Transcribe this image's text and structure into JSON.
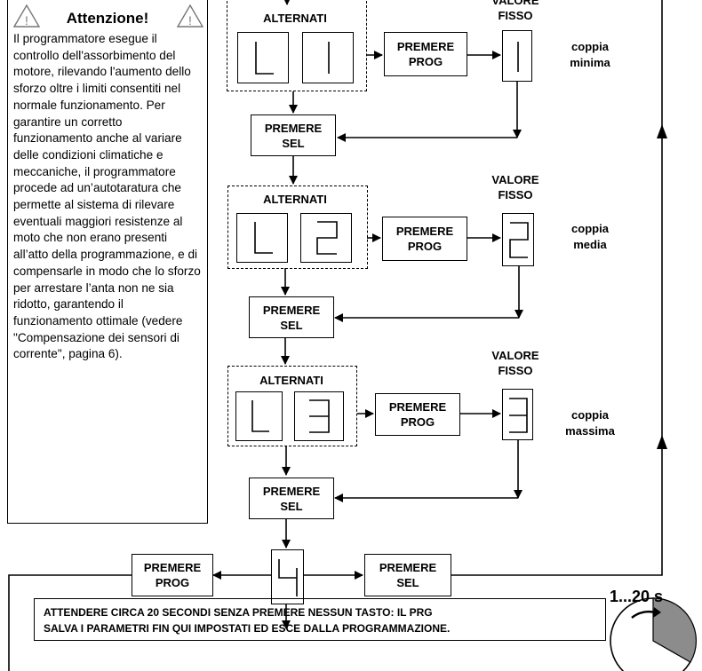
{
  "warning": {
    "title": "Attenzione!",
    "text": "Il programmatore esegue il controllo dell'assorbimento del motore, rilevando l'aumento dello sforzo oltre i limiti consentiti nel normale funzionamento. Per garantire un corretto funzionamento anche al variare delle condizioni climatiche e meccaniche, il programmatore procede ad un’autotaratura che permette al sistema di rilevare eventuali maggiori resistenze al moto che non erano presenti all’atto della programmazione, e di compensarle in modo che lo sforzo per arrestare l’anta non ne sia ridotto, garantendo il funzionamento ottimale (vedere \"Compensazione dei sensori di corrente\", pagina 6)."
  },
  "labels": {
    "alternati": "ALTERNATI",
    "valore_fisso_1": "VALORE",
    "valore_fisso_2": "FISSO",
    "premere": "PREMERE",
    "prog": "PROG",
    "sel": "SEL"
  },
  "levels": [
    {
      "side_1": "coppia",
      "side_2": "minima"
    },
    {
      "side_1": "coppia",
      "side_2": "media"
    },
    {
      "side_1": "coppia",
      "side_2": "massima"
    }
  ],
  "wait_text": {
    "line1": "ATTENDERE CIRCA 20 SECONDI SENZA PREMERE NESSUN TASTO: IL PRG",
    "line2": "SALVA I PARAMETRI FIN QUI IMPOSTATI ED ESCE DALLA PROGRAMMAZIONE."
  },
  "timer": {
    "label": "1...20 s"
  }
}
